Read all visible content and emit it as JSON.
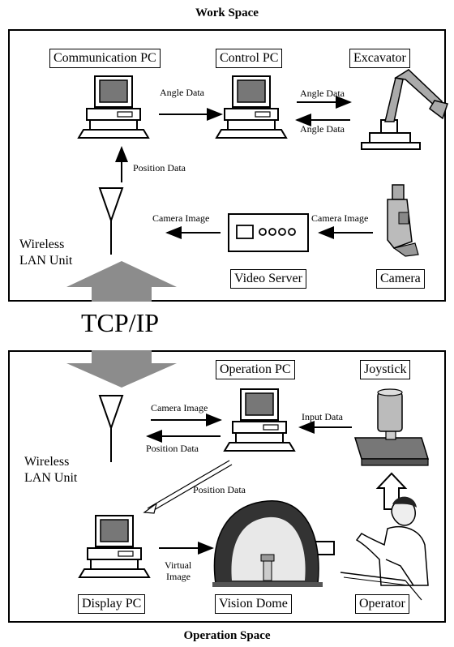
{
  "work_space_title": "Work Space",
  "operation_space_title": "Operation Space",
  "tcp_label": "TCP/IP",
  "boxes": {
    "communication_pc": "Communication PC",
    "control_pc": "Control PC",
    "excavator": "Excavator",
    "video_server": "Video Server",
    "camera": "Camera",
    "operation_pc": "Operation PC",
    "joystick": "Joystick",
    "display_pc": "Display PC",
    "vision_dome": "Vision Dome",
    "operator": "Operator"
  },
  "wireless_top": [
    "Wireless",
    "LAN Unit"
  ],
  "wireless_bottom": [
    "Wireless",
    "LAN Unit"
  ],
  "labels": {
    "angle_data_1": "Angle Data",
    "angle_data_2": "Angle Data",
    "angle_data_3": "Angle Data",
    "position_data_top": "Position Data",
    "camera_image_1": "Camera Image",
    "camera_image_2": "Camera Image",
    "camera_image_3": "Camera Image",
    "position_data_2": "Position Data",
    "input_data": "Input Data",
    "position_data_3": "Position Data",
    "virtual_image": [
      "Virtual",
      "Image"
    ]
  },
  "icons": [
    "computer-icon",
    "excavator-icon",
    "antenna-icon",
    "video-server-icon",
    "camera-icon",
    "joystick-icon",
    "vision-dome-icon",
    "operator-icon",
    "tcp-arrow-icon"
  ]
}
